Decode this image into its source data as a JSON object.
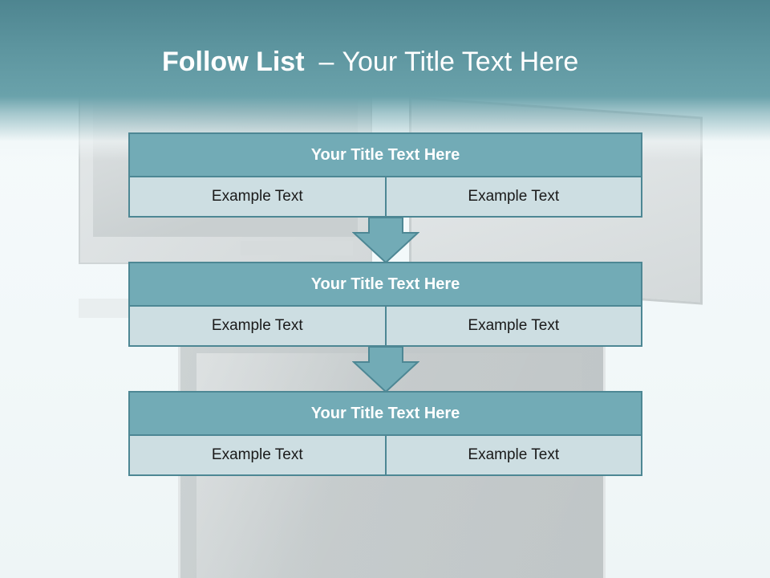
{
  "title": {
    "bold": "Follow List",
    "dash": "–",
    "rest": "Your Title Text Here"
  },
  "steps": [
    {
      "heading": "Your Title Text Here",
      "left": "Example Text",
      "right": "Example Text"
    },
    {
      "heading": "Your Title Text Here",
      "left": "Example Text",
      "right": "Example Text"
    },
    {
      "heading": "Your Title Text Here",
      "left": "Example Text",
      "right": "Example Text"
    }
  ],
  "colors": {
    "header": "#5d959f",
    "box_fill": "#72abb6",
    "box_border": "#4d8794",
    "cell_fill": "#cddee2"
  }
}
